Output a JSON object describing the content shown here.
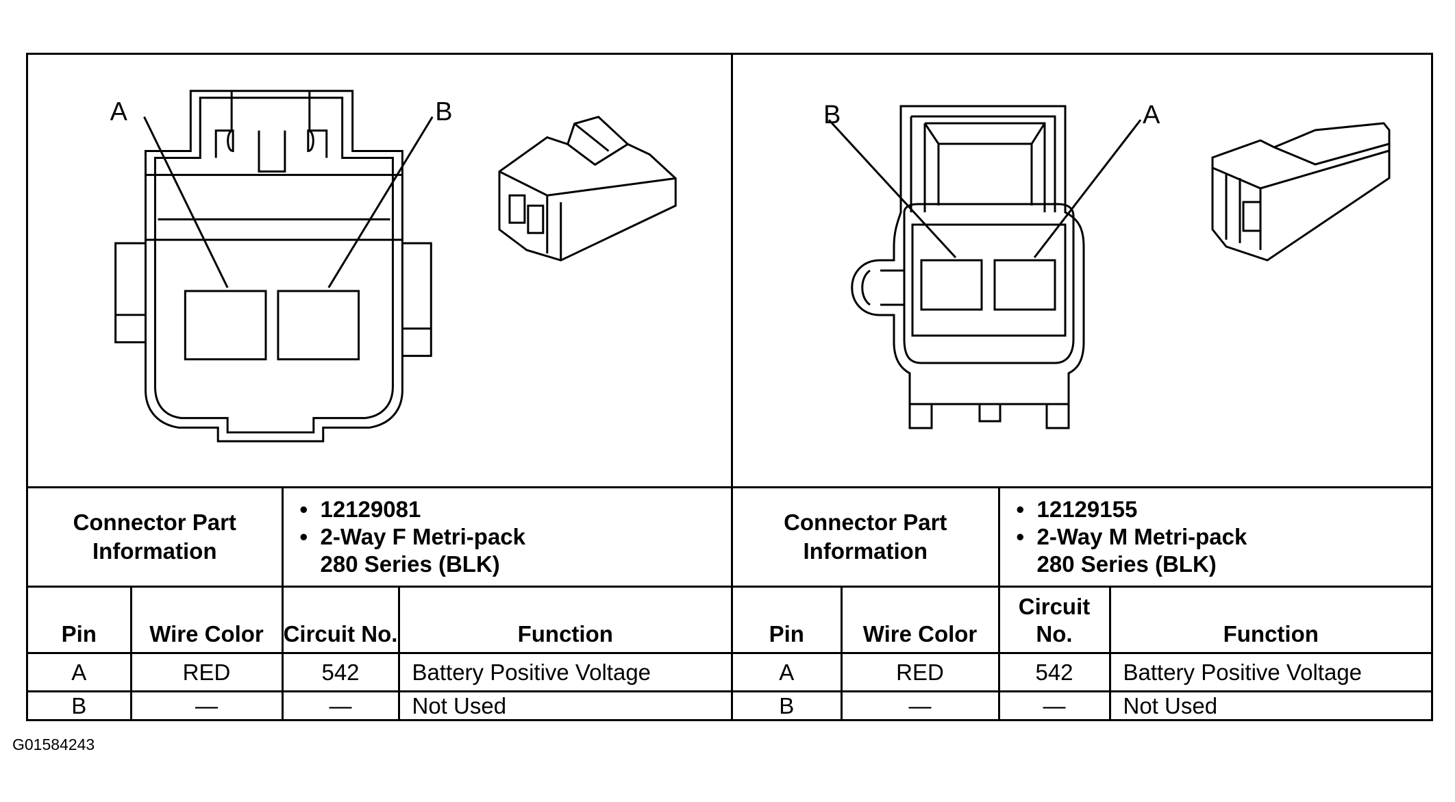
{
  "footer_id": "G01584243",
  "left": {
    "callouts": {
      "a": "A",
      "b": "B"
    },
    "info_label": "Connector Part Information",
    "info_items": [
      "12129081",
      "2-Way F Metri-pack",
      "280 Series (BLK)"
    ],
    "headers": {
      "pin": "Pin",
      "wire_color": "Wire Color",
      "circuit": "Circuit No.",
      "function": "Function"
    },
    "rows": [
      {
        "pin": "A",
        "wire_color": "RED",
        "circuit": "542",
        "function": "Battery Positive Voltage"
      },
      {
        "pin": "B",
        "wire_color": "—",
        "circuit": "—",
        "function": "Not Used"
      }
    ]
  },
  "right": {
    "callouts": {
      "a": "A",
      "b": "B"
    },
    "info_label": "Connector Part Information",
    "info_items": [
      "12129155",
      "2-Way M Metri-pack",
      "280 Series (BLK)"
    ],
    "headers": {
      "pin": "Pin",
      "wire_color": "Wire Color",
      "circuit": "Circuit No.",
      "function": "Function"
    },
    "rows": [
      {
        "pin": "A",
        "wire_color": "RED",
        "circuit": "542",
        "function": "Battery Positive Voltage"
      },
      {
        "pin": "B",
        "wire_color": "—",
        "circuit": "—",
        "function": "Not Used"
      }
    ]
  }
}
